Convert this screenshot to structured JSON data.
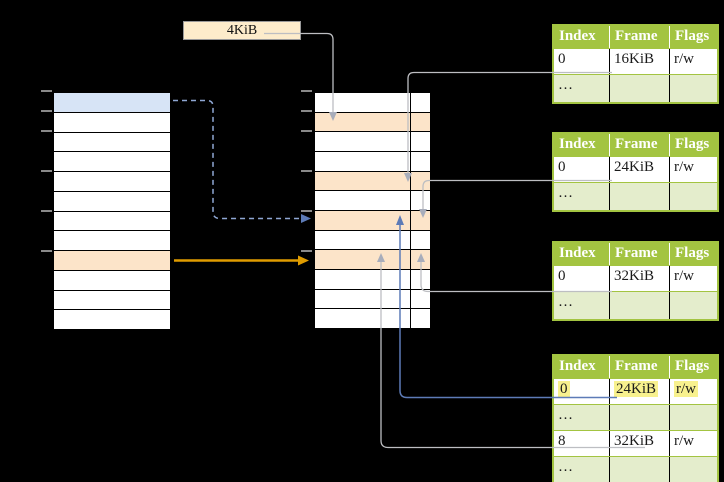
{
  "page_box": {
    "label": "4KiB"
  },
  "virtual_table": {
    "row_count": 12,
    "blue_rows": [
      0
    ],
    "orange_rows": [
      8
    ]
  },
  "memory_table": {
    "row_count": 12,
    "orange_rows": [
      1,
      4,
      6,
      8
    ],
    "divider": true
  },
  "tick_row_offsets": [
    0,
    1,
    2,
    4,
    6,
    8
  ],
  "page_tables": [
    {
      "headers": [
        "Index",
        "Frame",
        "Flags"
      ],
      "rows": [
        {
          "cells": [
            "0",
            "16KiB",
            "r/w"
          ]
        },
        {
          "cells": [
            "…",
            "",
            ""
          ],
          "dots": true
        }
      ]
    },
    {
      "headers": [
        "Index",
        "Frame",
        "Flags"
      ],
      "rows": [
        {
          "cells": [
            "0",
            "24KiB",
            "r/w"
          ]
        },
        {
          "cells": [
            "…",
            "",
            ""
          ],
          "dots": true
        }
      ]
    },
    {
      "headers": [
        "Index",
        "Frame",
        "Flags"
      ],
      "rows": [
        {
          "cells": [
            "0",
            "32KiB",
            "r/w"
          ]
        },
        {
          "cells": [
            "…",
            "",
            ""
          ],
          "dots": true
        }
      ]
    },
    {
      "headers": [
        "Index",
        "Frame",
        "Flags"
      ],
      "rows": [
        {
          "cells": [
            "0",
            "24KiB",
            "r/w"
          ],
          "highlight": true
        },
        {
          "cells": [
            "…",
            "",
            ""
          ],
          "dots": true
        },
        {
          "cells": [
            "8",
            "32KiB",
            "r/w"
          ]
        },
        {
          "cells": [
            "…",
            "",
            ""
          ],
          "dots": true
        }
      ]
    }
  ],
  "colors": {
    "green": "#a3c441",
    "green_light": "#e4edcc",
    "orange_row": "#fce4c9",
    "blue_row": "#d7e4f6",
    "cream": "#fdeccb",
    "yellow": "#f8f18e",
    "arrow_orange": "#e09c00",
    "arrow_blue": "#5d7bb7",
    "arrow_blue_dash": "#8fa7d4",
    "line_gray": "#bdbec2",
    "head_gray": "#a8adbb",
    "tick_gray": "#8a8a8a",
    "border_black": "#000000"
  }
}
